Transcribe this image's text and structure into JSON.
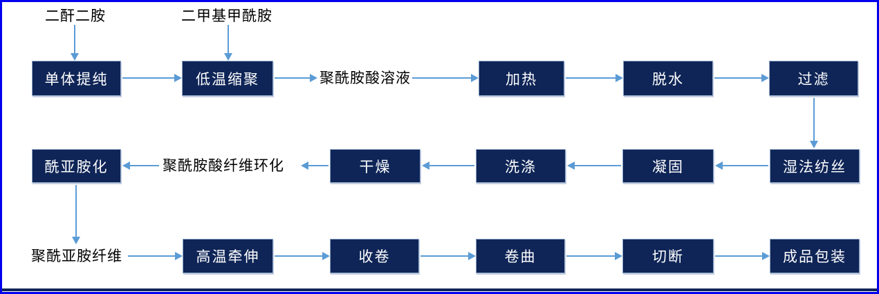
{
  "colors": {
    "box_fill": "#0F2557",
    "box_border": "#8FA9C9",
    "box_text": "#FFFFFF",
    "label_text": "#000000",
    "arrow": "#5B9BD5",
    "frame_border": "#0000EE",
    "bottom_bar": "#0F2557"
  },
  "inputs": [
    {
      "text": "二酐二胺"
    },
    {
      "text": "二甲基甲酰胺"
    }
  ],
  "flow_labels": [
    {
      "text": "聚酰胺酸溶液"
    },
    {
      "text": "聚酰胺酸纤维环化"
    },
    {
      "text": "聚酰亚胺纤维"
    }
  ],
  "boxes": [
    {
      "text": "单体提纯"
    },
    {
      "text": "低温缩聚"
    },
    {
      "text": "加热"
    },
    {
      "text": "脱水"
    },
    {
      "text": "过滤"
    },
    {
      "text": "湿法纺丝"
    },
    {
      "text": "凝固"
    },
    {
      "text": "洗涤"
    },
    {
      "text": "干燥"
    },
    {
      "text": "酰亚胺化"
    },
    {
      "text": "高温牵伸"
    },
    {
      "text": "收卷"
    },
    {
      "text": "卷曲"
    },
    {
      "text": "切断"
    },
    {
      "text": "成品包装"
    }
  ]
}
